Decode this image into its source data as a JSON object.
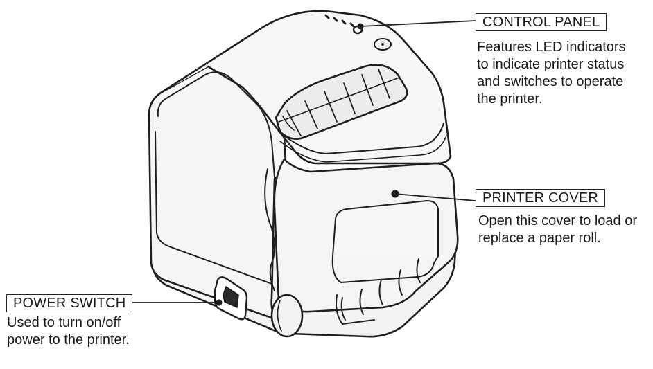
{
  "callouts": {
    "control_panel": {
      "title": "CONTROL PANEL",
      "description": [
        "Features LED indicators",
        "to indicate printer status",
        "and switches to operate",
        "the printer."
      ]
    },
    "printer_cover": {
      "title": "PRINTER COVER",
      "description": [
        "Open this cover to load or",
        "replace a paper roll."
      ]
    },
    "power_switch": {
      "title": "POWER SWITCH",
      "description": [
        "Used to turn on/off",
        "power to the printer."
      ]
    }
  },
  "colors": {
    "outline": "#1e1e1e",
    "body_fill": "#f4f4f4",
    "leader": "#1e1e1e"
  }
}
